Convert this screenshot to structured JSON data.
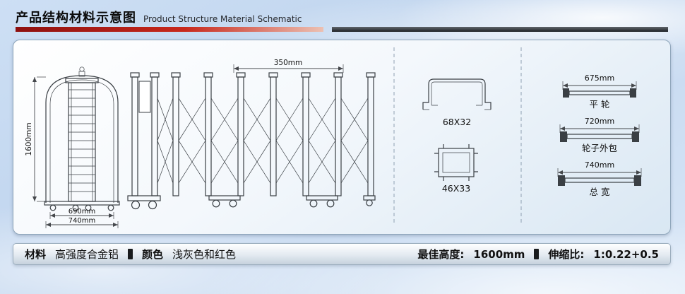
{
  "header": {
    "title_zh": "产品结构材料示意图",
    "title_en": "Product Structure Material Schematic"
  },
  "diagram": {
    "front_view": {
      "height_label": "1600mm",
      "inner_width_label": "690mm",
      "outer_width_label": "740mm"
    },
    "side_view": {
      "module_width_label": "350mm"
    },
    "profiles": {
      "rail_section_label": "68X32",
      "post_section_label": "46X33"
    },
    "axles": [
      {
        "dim": "675mm",
        "label": "平 轮"
      },
      {
        "dim": "720mm",
        "label": "轮子外包"
      },
      {
        "dim": "740mm",
        "label": "总 宽"
      }
    ]
  },
  "footer": {
    "material_label": "材料",
    "material_value": "高强度合金铝",
    "color_label": "颜色",
    "color_value": "浅灰色和红色",
    "best_height_label": "最佳高度:",
    "best_height_value": "1600mm",
    "ratio_label": "伸缩比:",
    "ratio_value": "1:0.22+0.5"
  },
  "colors": {
    "accent_red": "#c0271c",
    "bar_dark": "#23272b"
  }
}
